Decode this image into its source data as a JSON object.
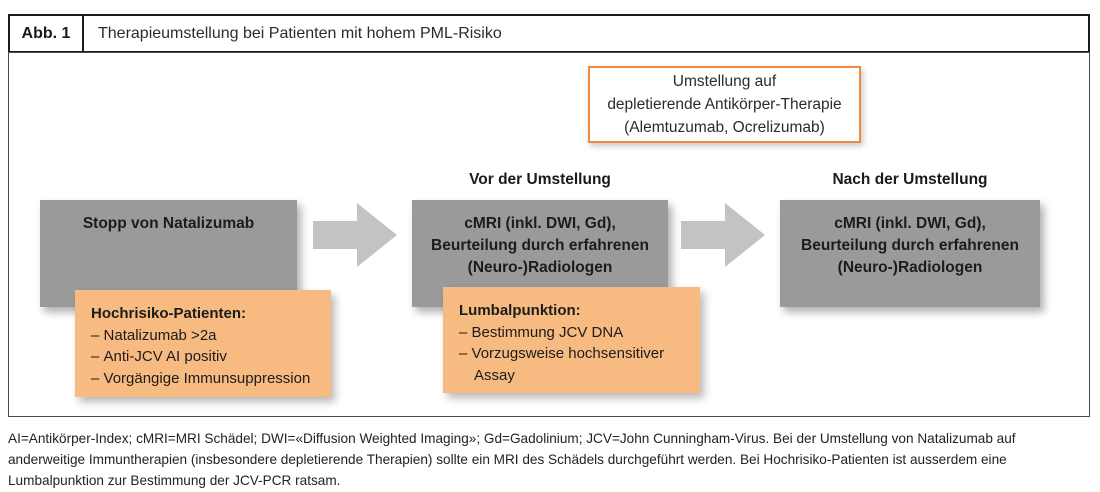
{
  "header": {
    "figure_label": "Abb. 1",
    "title": "Therapieumstellung bei Patienten mit hohem PML-Risiko"
  },
  "flow": {
    "top_box": {
      "lines": [
        "Umstellung auf",
        "depletierende Antikörper-Therapie",
        "(Alemtuzumab, Ocrelizumab)"
      ]
    },
    "stage_labels": {
      "before": "Vor der Umstellung",
      "after": "Nach der Umstellung"
    },
    "stop_box": {
      "label": "Stopp von Natalizumab"
    },
    "mri_box": {
      "lines": [
        "cMRI (inkl. DWI, Gd),",
        "Beurteilung durch erfahrenen",
        "(Neuro-)Radiologen"
      ]
    },
    "risk_box": {
      "title": "Hochrisiko-Patienten:",
      "items": [
        "Natalizumab >2a",
        "Anti-JCV AI positiv",
        "Vorgängige Immunsuppression"
      ]
    },
    "lumbar_box": {
      "title": "Lumbalpunktion:",
      "items": [
        "Bestimmung JCV DNA",
        "Vorzugsweise hochsensitiver Assay"
      ]
    },
    "arrows": [
      "right-block-arrow",
      "right-block-arrow"
    ]
  },
  "colors": {
    "process_box_gray": "#9a9a9a",
    "arrow_gray": "#c3c3c3",
    "orange_fill": "#f7ba80",
    "orange_border": "#f08a3c"
  },
  "footnote": "AI=Antikörper-Index; cMRI=MRI Schädel; DWI=«Diffusion Weighted Imaging»; Gd=Gadolinium; JCV=John Cunningham-Virus. Bei der Umstellung von Natalizumab auf anderweitige Immuntherapien (insbesondere depletierende Therapien) sollte ein MRI des Schädels durchgeführt werden. Bei Hochrisiko-Patienten ist ausserdem eine Lumbalpunktion zur Bestimmung der JCV-PCR ratsam."
}
